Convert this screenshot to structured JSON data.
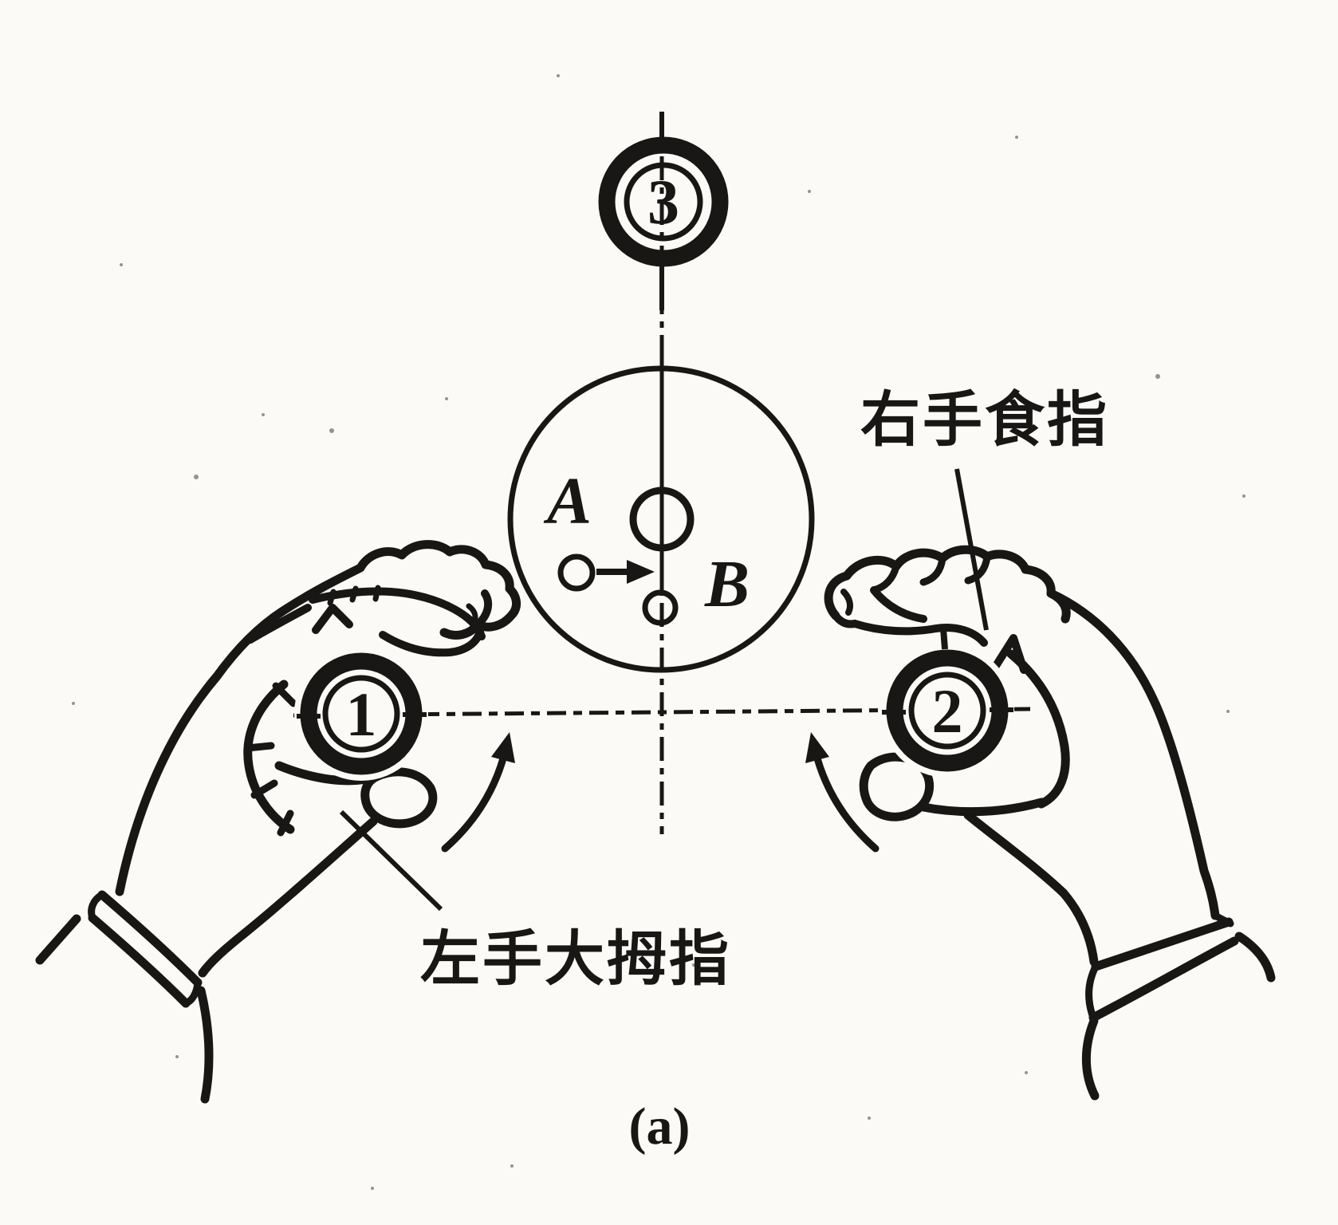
{
  "figure": {
    "type": "physics-textbook-line-drawing",
    "caption": "(a)",
    "labels": {
      "right_index_finger": "右手食指",
      "left_thumb": "左手大拇指"
    },
    "markers": {
      "disc1": "1",
      "disc2": "2",
      "target": "3"
    },
    "points": {
      "A": "A",
      "B": "B"
    },
    "colors": {
      "ink": "#181715",
      "paper": "#fbfaf7"
    }
  }
}
